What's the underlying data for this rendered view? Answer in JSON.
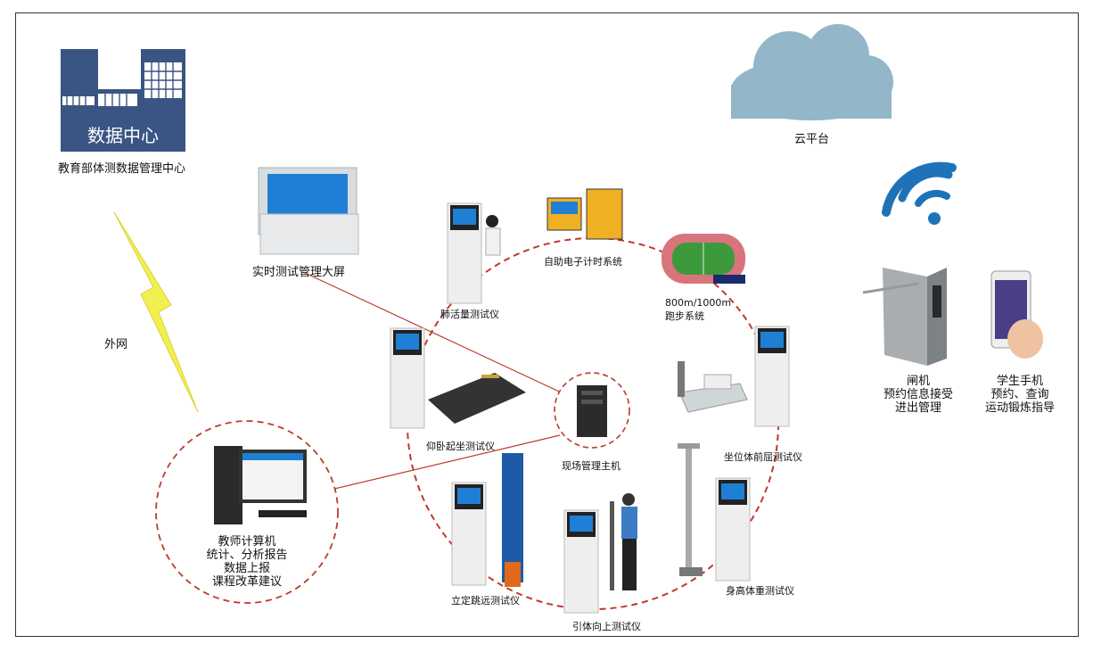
{
  "data_center": {
    "badge_text": "数据中心",
    "label": "教育部体测数据管理中心"
  },
  "cloud": {
    "label": "云平台"
  },
  "external_network": {
    "label": "外网"
  },
  "display_screen": {
    "label": "实时测试管理大屏"
  },
  "devices": {
    "lung_capacity": "肺活量测试仪",
    "timing_system": "自助电子计时系统",
    "running_system": "800m/1000m\n跑步系统",
    "situps": "仰卧起坐测试仪",
    "host": "现场管理主机",
    "sit_reach": "坐位体前屈测试仪",
    "long_jump": "立定跳远测试仪",
    "pullup": "引体向上测试仪",
    "height_weight": "身高体重测试仪"
  },
  "teacher_pc": {
    "label": "教师计算机\n统计、分析报告\n数据上报\n课程改革建议"
  },
  "gate": {
    "label": "闸机\n预约信息接受\n进出管理"
  },
  "student_phone": {
    "label": "学生手机\n预约、查询\n运动锻炼指导"
  },
  "colors": {
    "dashed_ring": "#c0392b",
    "link_line": "#c0392b",
    "building": "#3a5583",
    "cloud": "#93b6c9",
    "wifi": "#1e73b8",
    "lightning": "#f2ef50",
    "kiosk_screen": "#1f7fd4",
    "track": "#3d9a3c"
  }
}
